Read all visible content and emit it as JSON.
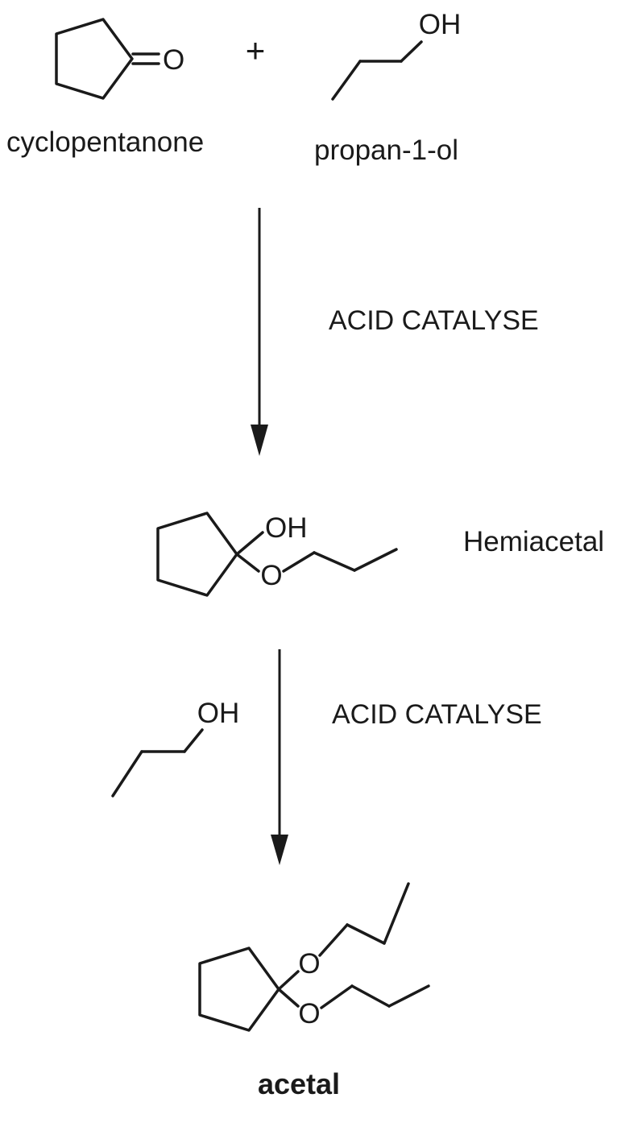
{
  "scheme": {
    "reactants": {
      "cyclopentanone_label": "cyclopentanone",
      "plus": "+",
      "propanol_label": "propan-1-ol",
      "carbonyl_oxygen": "O",
      "propanol_hydroxyl": "OH"
    },
    "step1": {
      "condition": "ACID CATALYSE",
      "product_name": "Hemiacetal",
      "hemiacetal_hydroxyl": "OH",
      "hemiacetal_ether_oxygen": "O"
    },
    "step2": {
      "condition": "ACID CATALYSE",
      "reagent_hydroxyl": "OH",
      "acetal_ether_oxygen_top": "O",
      "acetal_ether_oxygen_bottom": "O",
      "product_name": "acetal"
    },
    "colors": {
      "ink": "#1a1a1a",
      "background": "#ffffff"
    }
  }
}
